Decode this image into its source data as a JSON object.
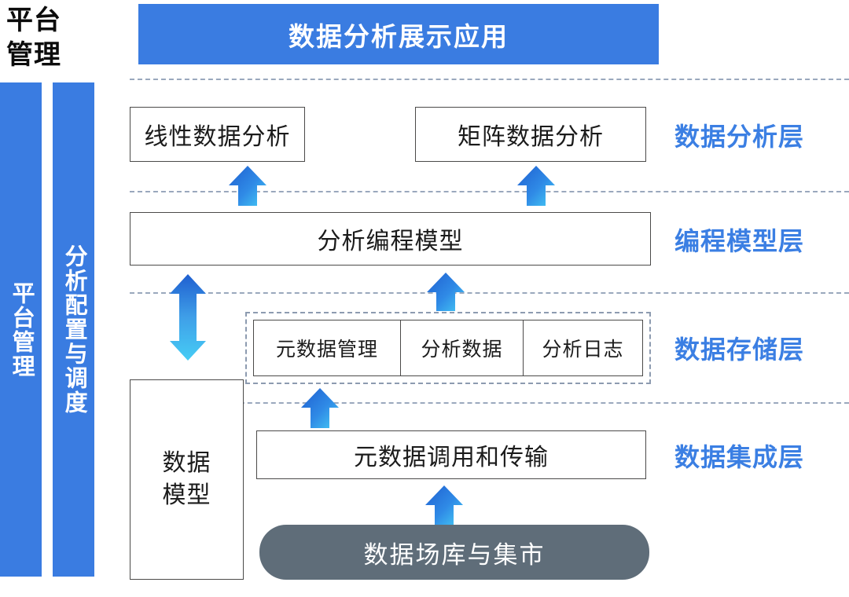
{
  "diagram": {
    "title_banner": "数据分析展示应用",
    "platform_heading": "平台\n管理",
    "side_bars": [
      {
        "name": "platform-management",
        "label": "平台管理"
      },
      {
        "name": "analysis-config-schedule",
        "label": "分析配置与调度"
      }
    ],
    "layer_labels": [
      "数据分析层",
      "编程模型层",
      "数据存储层",
      "数据集成层"
    ],
    "analysis_layer": {
      "boxes": [
        "线性数据分析",
        "矩阵数据分析"
      ]
    },
    "programming_layer": {
      "box": "分析编程模型"
    },
    "storage_layer": {
      "cells": [
        "元数据管理",
        "分析数据",
        "分析日志"
      ]
    },
    "integration_layer": {
      "transport_box": "元数据调用和传输",
      "source_box": "数据场库与集市"
    },
    "data_model_box": "数据\n模型",
    "colors": {
      "brand_blue": "#3a7ce1",
      "label_blue": "#3b7fe3",
      "arrow_gradient_start": "#1f5fd0",
      "arrow_gradient_end": "#46cdf5",
      "source_gray": "#5f6d79",
      "box_border": "#4b4a49",
      "divider_dash": "#9aa8bd"
    }
  }
}
